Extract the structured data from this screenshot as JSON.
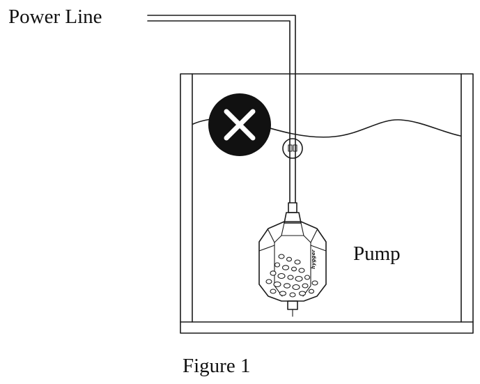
{
  "labels": {
    "power_line": "Power Line",
    "pump": "Pump",
    "figure": "Figure 1"
  },
  "pump_brand": "hygger",
  "icons": {
    "warning": "x-mark-icon"
  },
  "colors": {
    "ink": "#1a1a1a",
    "warning_fill": "#111111",
    "background": "#ffffff"
  }
}
